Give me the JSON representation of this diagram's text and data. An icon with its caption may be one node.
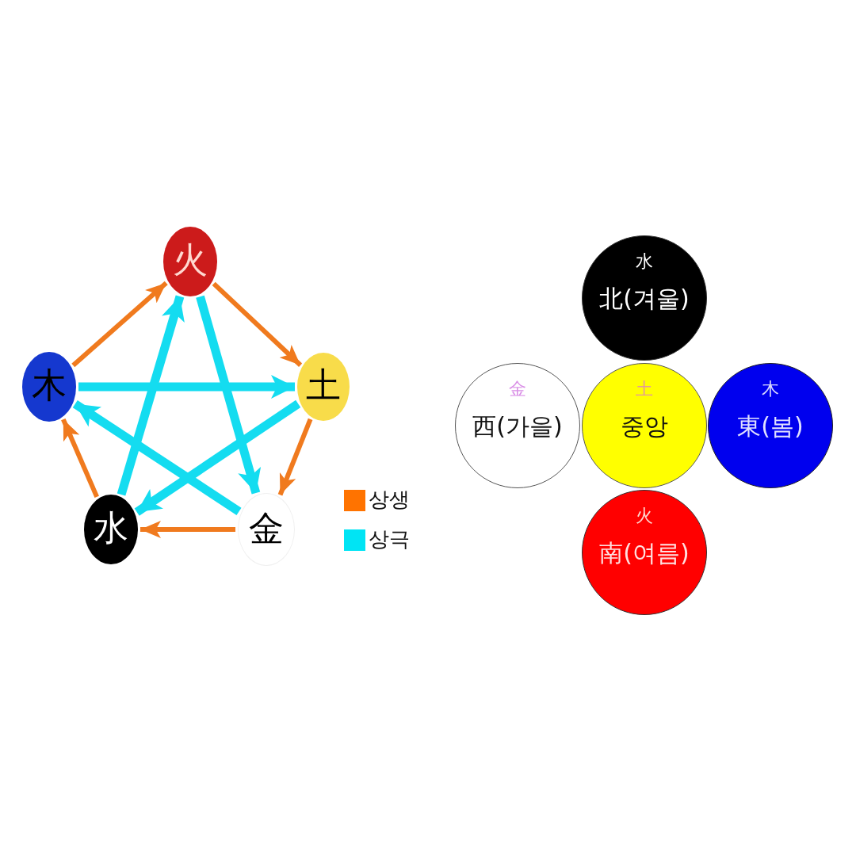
{
  "diagram": {
    "nodes": [
      {
        "text": [
          "火"
        ]
      },
      {
        "text": [
          "木"
        ]
      },
      {
        "text": [
          "土"
        ]
      },
      {
        "text": [
          "水"
        ]
      },
      {
        "text": [
          "金"
        ]
      },
      {
        "text": [
          "水",
          "北(겨울)"
        ]
      },
      {
        "text": [
          "金",
          "西(가을)"
        ]
      },
      {
        "text": [
          "土",
          "중앙"
        ]
      },
      {
        "text": [
          "木",
          "東(봄)"
        ]
      },
      {
        "text": [
          "火",
          "南(여름)"
        ]
      }
    ],
    "edges": [
      {
        "from": 1,
        "to": 0,
        "arrow": "to"
      },
      {
        "from": 0,
        "to": 2,
        "arrow": "to"
      },
      {
        "from": 2,
        "to": 4,
        "arrow": "to"
      },
      {
        "from": 4,
        "to": 3,
        "arrow": "to"
      },
      {
        "from": 3,
        "to": 1,
        "arrow": "to"
      },
      {
        "from": 1,
        "to": 2,
        "arrow": "to",
        "style": "thick",
        "color": "#14dcf0"
      },
      {
        "from": 2,
        "to": 3,
        "arrow": "to",
        "style": "thick",
        "color": "#14dcf0"
      },
      {
        "from": 3,
        "to": 0,
        "arrow": "to",
        "style": "thick",
        "color": "#14dcf0"
      },
      {
        "from": 0,
        "to": 4,
        "arrow": "to",
        "style": "thick",
        "color": "#14dcf0"
      },
      {
        "from": 4,
        "to": 1,
        "arrow": "to",
        "style": "thick",
        "color": "#14dcf0"
      }
    ],
    "legend": [
      {
        "text": "상생",
        "color": "#ff7300"
      },
      {
        "text": "상극",
        "color": "#00e4f4"
      }
    ]
  }
}
